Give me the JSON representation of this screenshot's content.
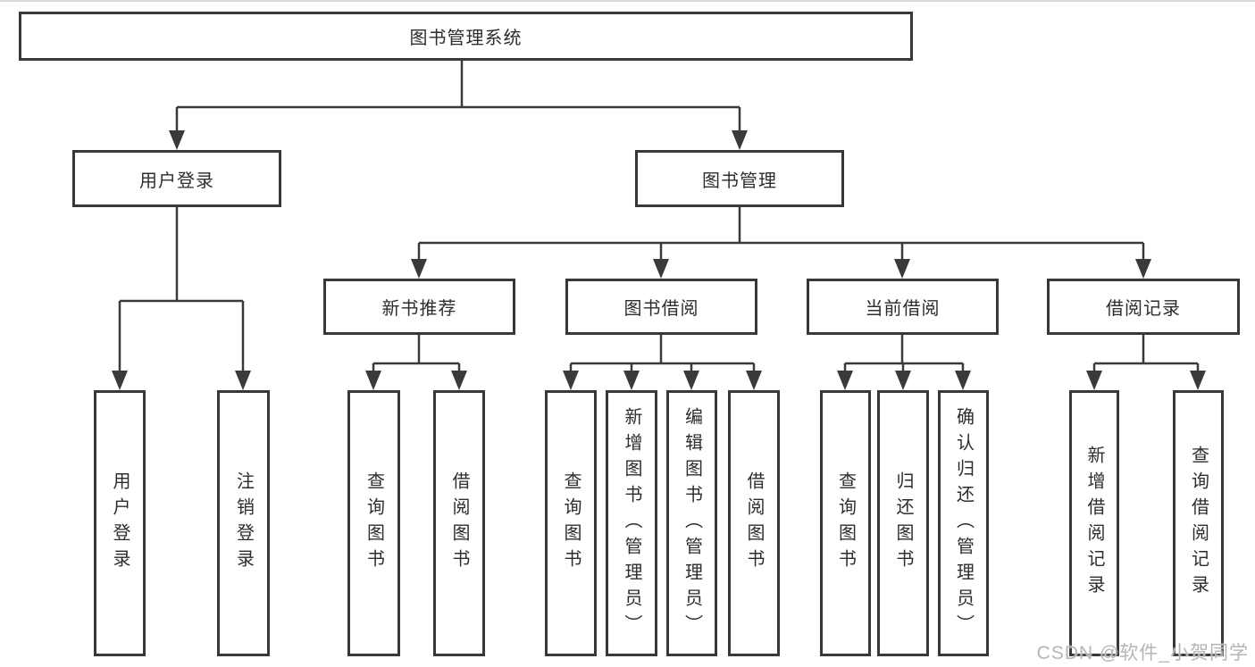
{
  "diagram": {
    "type": "tree",
    "tree": {
      "label": "图书管理系统",
      "children": [
        {
          "label": "用户登录",
          "children": [
            {
              "label": "用户登录"
            },
            {
              "label": "注销登录"
            }
          ]
        },
        {
          "label": "图书管理",
          "children": [
            {
              "label": "新书推荐",
              "children": [
                {
                  "label": "查询图书"
                },
                {
                  "label": "借阅图书"
                }
              ]
            },
            {
              "label": "图书借阅",
              "children": [
                {
                  "label": "查询图书"
                },
                {
                  "label": "新增图书（管理员）"
                },
                {
                  "label": "编辑图书（管理员）"
                },
                {
                  "label": "借阅图书"
                }
              ]
            },
            {
              "label": "当前借阅",
              "children": [
                {
                  "label": "查询图书"
                },
                {
                  "label": "归还图书"
                },
                {
                  "label": "确认归还（管理员）"
                }
              ]
            },
            {
              "label": "借阅记录",
              "children": [
                {
                  "label": "新增借阅记录"
                },
                {
                  "label": "查询借阅记录"
                }
              ]
            }
          ]
        }
      ]
    }
  },
  "watermark": {
    "text": "CSDN @软件_小贺同学"
  },
  "colors": {
    "line": "#3a3a3a",
    "box_border": "#383838",
    "text": "#2d2d2d",
    "background": "#ffffff",
    "watermark": "#b5b5b5",
    "top_rule": "#d9d9d9"
  }
}
